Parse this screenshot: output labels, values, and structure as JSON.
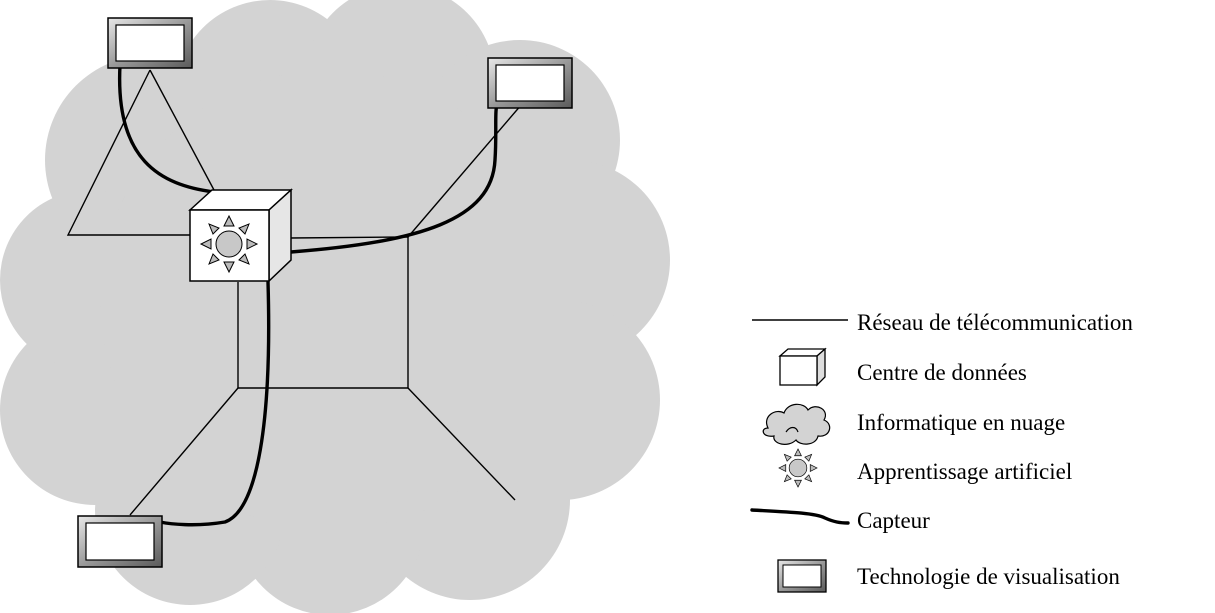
{
  "diagram": {
    "cloud_color": "#d3d3d3",
    "line_color": "#000000",
    "nodes": [
      {
        "type": "data-center",
        "icon": "sun-icon"
      },
      {
        "type": "display",
        "count": 3
      }
    ]
  },
  "legend": {
    "items": [
      {
        "label": "Réseau de télécommunication",
        "icon": "thin-line-icon"
      },
      {
        "label": "Centre de données",
        "icon": "cube-icon"
      },
      {
        "label": "Informatique en nuage",
        "icon": "cloud-icon"
      },
      {
        "label": "Apprentissage artificiel",
        "icon": "sun-icon"
      },
      {
        "label": "Capteur",
        "icon": "thick-curve-icon"
      },
      {
        "label": "Technologie de visualisation",
        "icon": "display-icon"
      }
    ]
  }
}
